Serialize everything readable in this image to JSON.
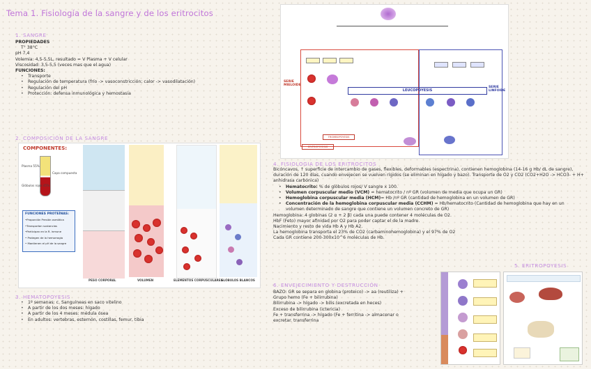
{
  "title": "Tema 1. Fisiología de la sangre y de los eritrocitos",
  "sec1": {
    "heading": "1.    SANGRE",
    "propiedades_label": "PROPIEDADES",
    "lines": [
      "T° 38°C",
      "pH 7,4",
      "Volemia: 4,5-5,5L, resultado = V Plasma + V celular",
      "Viscosidad: 3,5-5,5 (veces mas que el agua)"
    ],
    "funciones_label": "FUNCIONES:",
    "funciones": [
      "Transporte",
      "Regulación de temperatura (frío -> vasoconstricción; calor -> vasodilatación)",
      "Regulación del pH",
      "Protección: defensa inmunológica y hemostasia"
    ]
  },
  "sec2": {
    "heading": "2.    COMPOSICIÓN DE LA SANGRE",
    "componentes": "COMPONENTES:",
    "funciones_proteinas": "FUNCIONES PROTEÍNAS:",
    "proteinas_items": [
      "•Proporción Presión osmótica",
      "•Transportan sustancias",
      "•Participan en la R. inmune",
      "• Protegen de la hemorragia",
      "• Mantienen el pH de la sangre"
    ],
    "col_labels": [
      "PESO CORPORAL",
      "VOLUMEN",
      "ELEMENTOS CORPUSCULARES",
      "GLÓBULOS BLANCOS"
    ]
  },
  "sec3": {
    "heading": "3.    HEMATOPOYESIS",
    "items": [
      "1º semanas: c. Sanguíneas en saco vitelino",
      "A partir de los dos meses: hígado",
      "A partir de los 4 meses: médula ósea",
      "En adultos: vertebras, esternón, costillas, femur, tibia"
    ]
  },
  "diagram": {
    "serie_mieloide": "SERIE MIELOIDE",
    "serie_linfoide": "SERIE LINFOIDE",
    "leucopoyesis": "LEUCOPOYESIS",
    "trombopoyesis": "TROMBOPOYESIS",
    "eritropoyesis": "ERITROPOYESIS"
  },
  "sec4": {
    "heading": "4.    FISIOLOGIA DE LOS ERITROCITOS",
    "intro": "Bicóncavos, ↑ superficie de intercambio de gases, flexibles, deformables (espectrina), contienen hemoglobina (14-16 g Hb/ dL de sangre), duración de 120 días, cuando envejecen se vuelven rígidos (se eliminan en hígado y bazo). Transporte de O2 y CO2 (CO2+H2O -> HCO3- + H+ anhidrasa carbónica)",
    "bullets": [
      {
        "b": "Hematocrito:",
        "t": " % de glóbulos rojos/ V sangre x 100."
      },
      {
        "b": "Volumen corpuscular medio (VCM)",
        "t": " = hematocrito / nº GR (volumen de media que ocupa un GR)"
      },
      {
        "b": "Hemoglobina corpuscular media (HCM)",
        "t": "= Hb /nº GR (cantidad de hemoglobina en un volumen de GR)"
      },
      {
        "b": "Concentración de la hemoglobina corpuscular media (CCHM)",
        "t": " = Hb/hematocrito (Cantidad de hemoglobina que hay en un volumen determinado de sangre que contiene un volumen concreto de GR)"
      }
    ],
    "lines": [
      "Hemoglobina: 4 globinas (2 α + 2 β) cada una puede contener 4 moléculas de O2.",
      "HbF (Feto) mayor afinidad por O2 para poder captar el de la madre.",
      "Nacimiento y resto de vida Hb A y Hb A2.",
      "La hemoglobina transporta el 23% de CO2 (carbaminohemoglobina) y el 97% de O2",
      "Cada GR contiene 200-300x10^6 moléculas de Hb."
    ]
  },
  "sec5": {
    "heading": "5.    ERITROPOYESIS"
  },
  "sec6": {
    "heading": "6.    ENVEJECIMIENTO Y DESTRUCCIÓN",
    "lines": [
      "BAZO: GR se separa en globina (proteico) -> aa (reutiliza) +",
      "Grupo hemo (Fe + bilirrubina)",
      "Bilirrubina -> hígado -> bilis (excretada en heces)",
      "Exceso de bilirrubina (ictericia)",
      "Fe + transferrina -> hígado (Fe + ferritina -> almacenar o",
      "excretar.   transferrina"
    ]
  }
}
